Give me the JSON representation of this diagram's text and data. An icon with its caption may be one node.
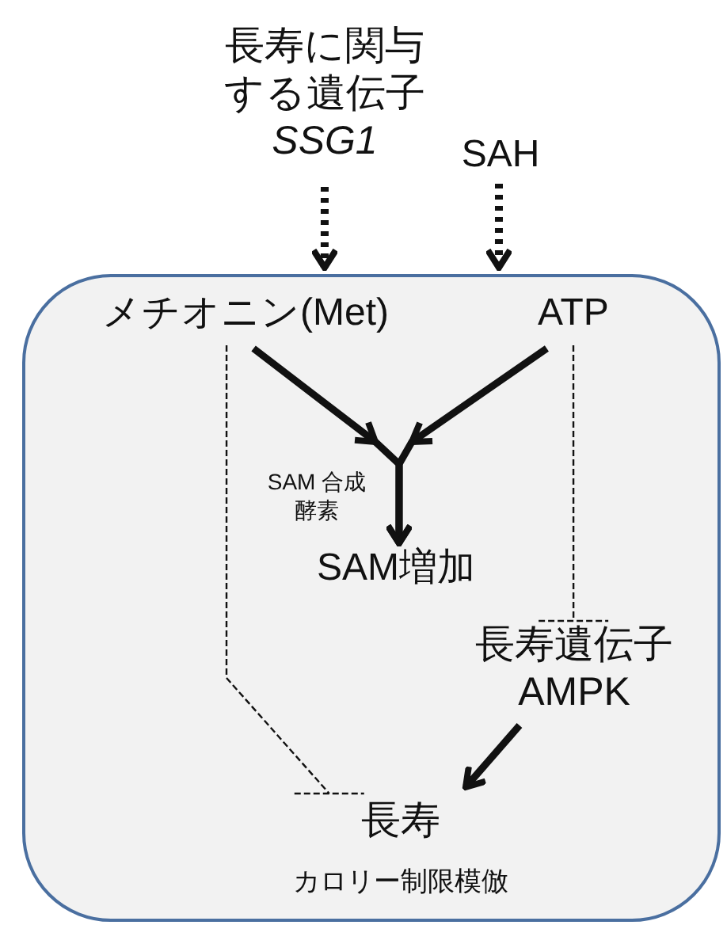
{
  "diagram": {
    "nodes": [
      {
        "text": [],
        "shape": "box"
      },
      {
        "text": [
          "長寿に関与する遺伝子",
          "*SSG1*"
        ]
      },
      {
        "text": [
          "SAH"
        ]
      },
      {
        "text": [
          "メチオニン(Met)"
        ],
        "in": 0
      },
      {
        "text": [
          "ATP"
        ],
        "in": 0
      },
      {
        "text": [
          "SAM増加"
        ],
        "in": 0
      },
      {
        "text": [
          "長寿遺伝子",
          "AMPK"
        ],
        "in": 0
      },
      {
        "text": [
          "長寿"
        ],
        "in": 0,
        "beside": [
          "カロリー制限模倣"
        ]
      }
    ],
    "edges": [
      {
        "from": 1,
        "to": 0,
        "arrow": "to",
        "style": "dashed"
      },
      {
        "from": 2,
        "to": 0,
        "arrow": "to",
        "style": "dashed"
      },
      {
        "from": 3,
        "to": 5,
        "arrow": "to"
      },
      {
        "from": 4,
        "to": 5,
        "arrow": "to"
      },
      {
        "from": 3,
        "to": 7,
        "arrow": "other",
        "style": "dashed"
      },
      {
        "from": 4,
        "to": 6,
        "arrow": "other",
        "style": "dashed"
      },
      {
        "from": 6,
        "to": 7,
        "arrow": "to"
      }
    ],
    "labels": [
      "SAM 合成酵素"
    ]
  }
}
